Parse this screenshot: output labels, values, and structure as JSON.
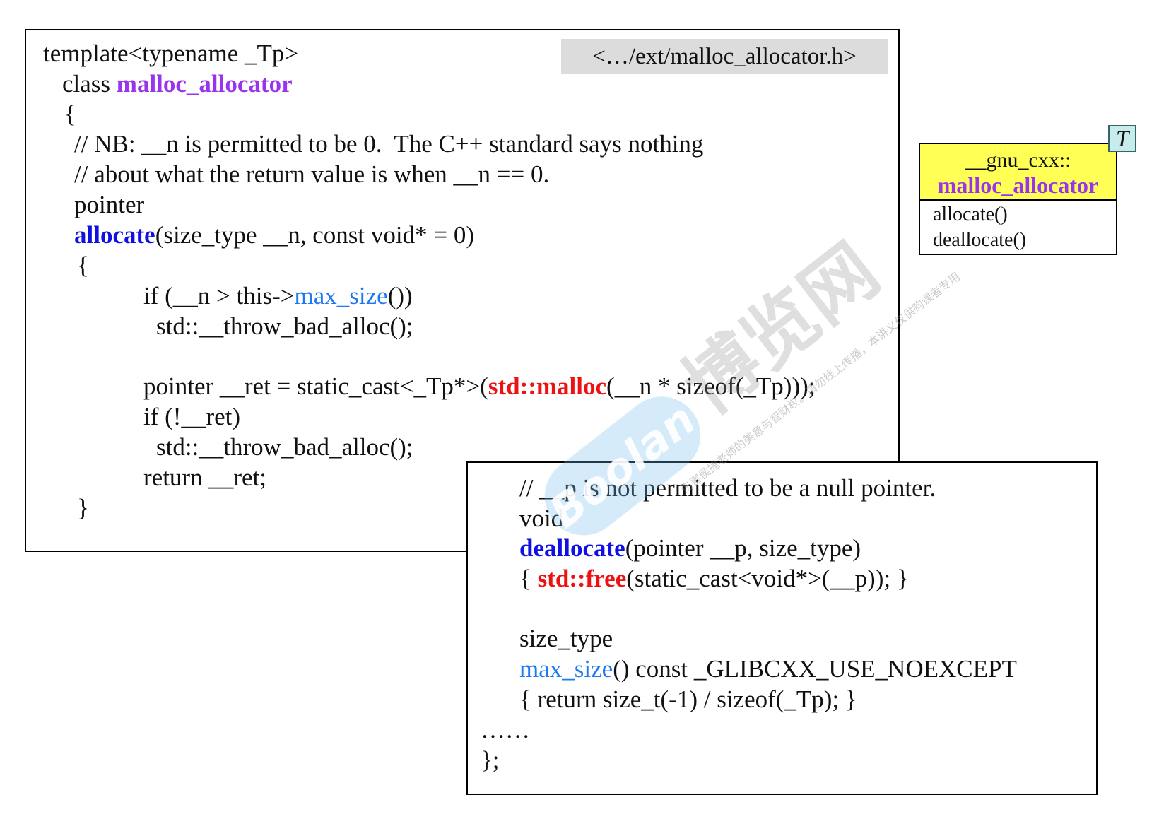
{
  "colors": {
    "class_name": "#9933ee",
    "function_name": "#1010e6",
    "member_call": "#1e78f0",
    "std_call": "#ee1111",
    "uml_header_bg": "#ffff55",
    "path_tag_bg": "#dcdcdc"
  },
  "main_panel": {
    "header_path": "<…/ext/malloc_allocator.h>",
    "template_line": "template<typename _Tp>",
    "class_keyword": "class ",
    "class_name": "malloc_allocator",
    "open_brace": "{",
    "comment_1": "// NB: __n is permitted to be 0.  The C++ standard says nothing",
    "comment_2": "// about what the return value is when __n == 0.",
    "return_type": "pointer",
    "allocate_name": "allocate",
    "allocate_params": "(size_type __n, const void* = 0)",
    "body_open": "{",
    "if_prefix": "if (__n > this->",
    "max_size_call": "max_size",
    "if_suffix": "())",
    "throw_1": "std::__throw_bad_alloc();",
    "ret_prefix": "pointer __ret = static_cast<_Tp*>(",
    "malloc_call": "std::malloc",
    "ret_suffix": "(__n * sizeof(_Tp)));",
    "if_ret": "if (!__ret)",
    "throw_2": "std::__throw_bad_alloc();",
    "return_stmt": "return __ret;",
    "body_close": "}"
  },
  "dealloc_panel": {
    "comment": "// __p is not permitted to be a null pointer.",
    "void_type": "void",
    "deallocate_name": "deallocate",
    "deallocate_params": "(pointer __p, size_type)",
    "free_prefix": "{ ",
    "free_call": "std::free",
    "free_suffix": "(static_cast<void*>(__p)); }",
    "size_type": "size_type",
    "max_size_name": "max_size",
    "max_size_suffix": "() const _GLIBCXX_USE_NOEXCEPT",
    "max_size_body": "{ return size_t(-1) / sizeof(_Tp); }",
    "ellipsis": "……",
    "class_close": "};"
  },
  "uml": {
    "namespace": "__gnu_cxx::",
    "class_name": "malloc_allocator",
    "template_param": "T",
    "operations": [
      "allocate()",
      "deallocate()"
    ]
  },
  "watermark": {
    "logo": "Boolan",
    "brand": "博览网",
    "note": "伤害侯捷老师的美意与智财权。请勿线上传播，本讲义仅供购课者专用"
  }
}
